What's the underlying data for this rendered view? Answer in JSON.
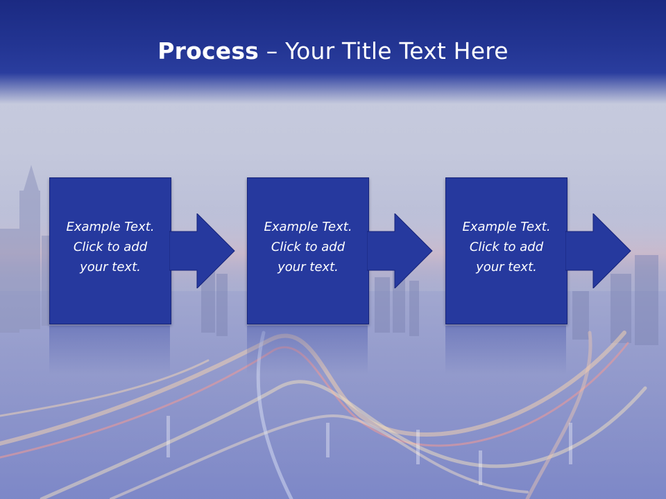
{
  "title": {
    "bold": "Process",
    "rest": " – Your Title Text Here"
  },
  "steps": [
    {
      "line1": "Example Text.",
      "line2": "Click  to add",
      "line3": "your text."
    },
    {
      "line1": "Example Text.",
      "line2": "Click  to add",
      "line3": "your text."
    },
    {
      "line1": "Example Text.",
      "line2": "Click  to add",
      "line3": "your text."
    }
  ],
  "colors": {
    "title_bar": "#233593",
    "card": "#26399e",
    "arrow": "#26399e",
    "text": "#ffffff"
  }
}
